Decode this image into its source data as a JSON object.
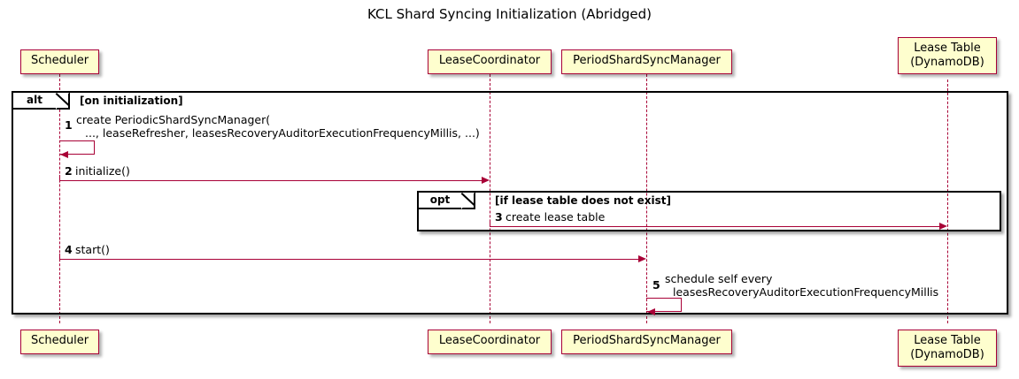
{
  "diagram": {
    "title": "KCL Shard Syncing Initialization (Abridged)",
    "type": "sequence-diagram",
    "colors": {
      "participant_fill": "#FEFECE",
      "participant_border": "#A80036",
      "arrow": "#A80036",
      "frame_border": "#000000",
      "background": "#FFFFFF"
    }
  },
  "participants": [
    {
      "id": "scheduler",
      "label": "Scheduler"
    },
    {
      "id": "leasecoord",
      "label": "LeaseCoordinator"
    },
    {
      "id": "psyncmanager",
      "label": "PeriodShardSyncManager"
    },
    {
      "id": "leasetable",
      "label": "Lease Table\n(DynamoDB)"
    }
  ],
  "fragments": [
    {
      "id": "alt-frame",
      "operator": "alt",
      "condition": "[on initialization]"
    },
    {
      "id": "opt-frame",
      "operator": "opt",
      "condition": "[if lease table does not exist]"
    }
  ],
  "messages": [
    {
      "number": "1",
      "from": "scheduler",
      "to": "scheduler",
      "self": true,
      "label_line1": "create PeriodicShardSyncManager(",
      "label_line2": "..., leaseRefresher, leasesRecoveryAuditorExecutionFrequencyMillis, ...)"
    },
    {
      "number": "2",
      "from": "scheduler",
      "to": "leasecoord",
      "self": false,
      "label_line1": "initialize()",
      "label_line2": ""
    },
    {
      "number": "3",
      "from": "leasecoord",
      "to": "leasetable",
      "self": false,
      "label_line1": "create lease table",
      "label_line2": ""
    },
    {
      "number": "4",
      "from": "scheduler",
      "to": "psyncmanager",
      "self": false,
      "label_line1": "start()",
      "label_line2": ""
    },
    {
      "number": "5",
      "from": "psyncmanager",
      "to": "psyncmanager",
      "self": true,
      "label_line1": "schedule self every",
      "label_line2": "leasesRecoveryAuditorExecutionFrequencyMillis"
    }
  ]
}
